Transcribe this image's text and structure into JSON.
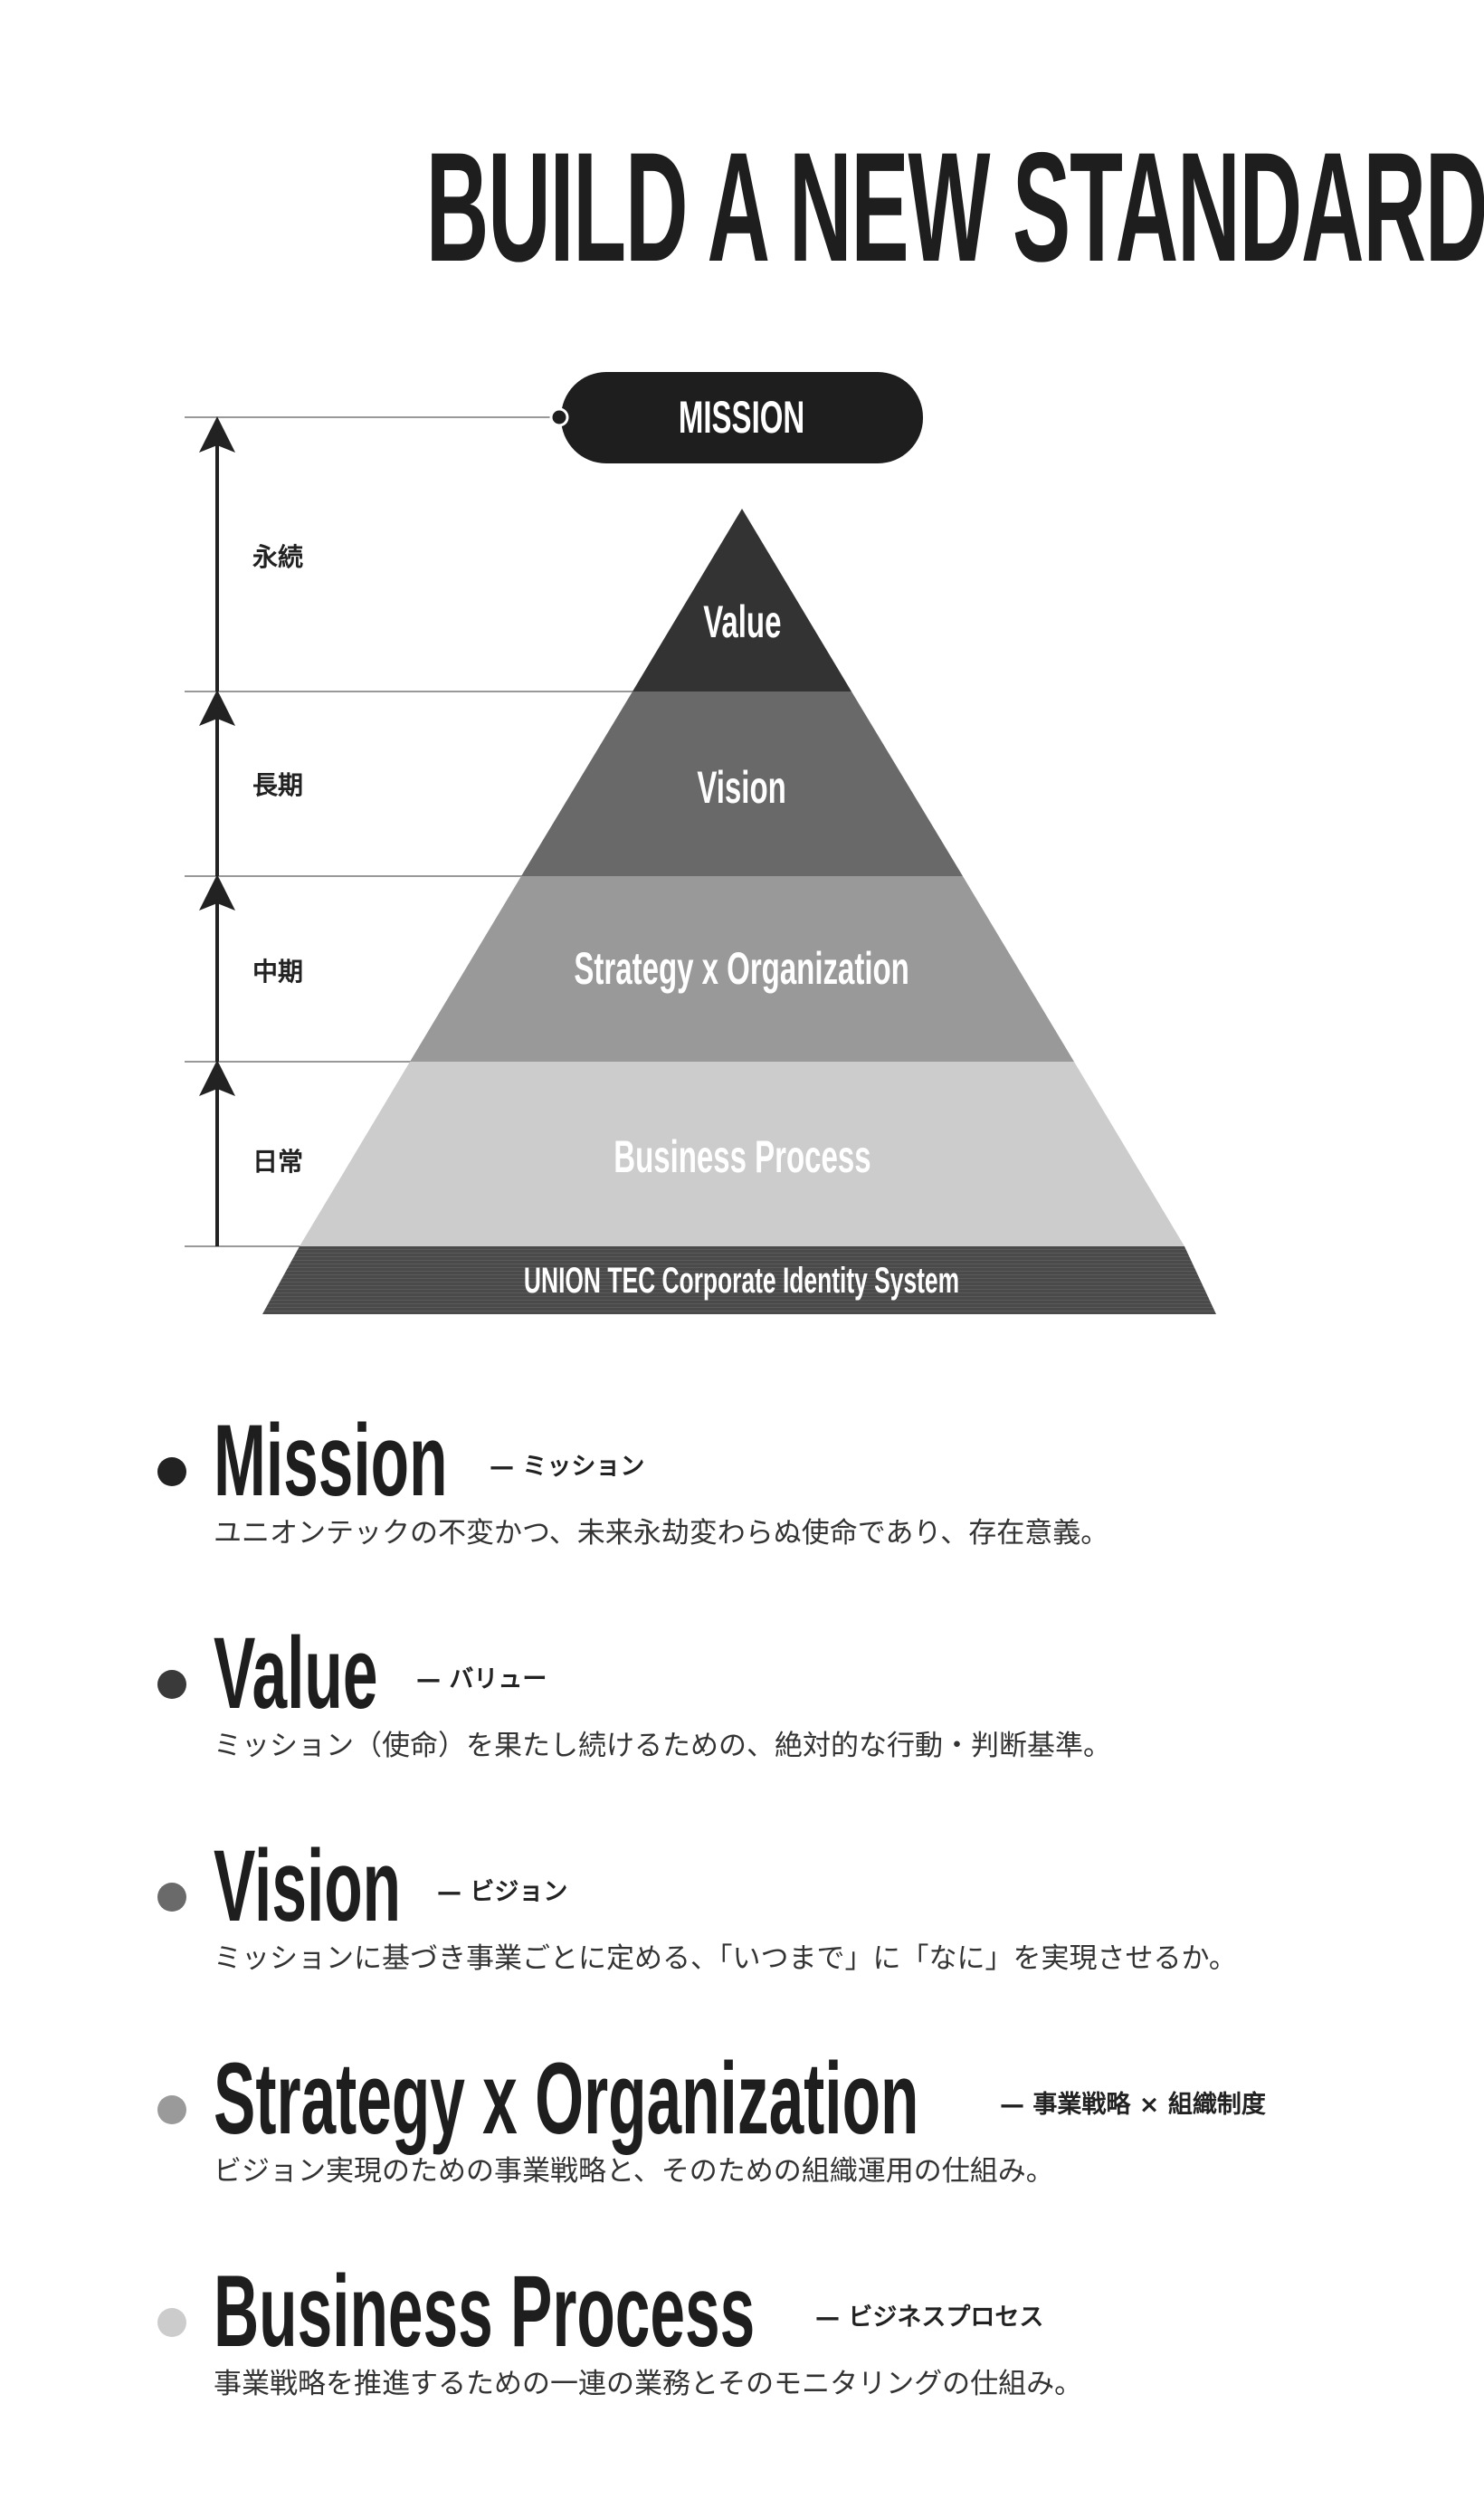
{
  "title": "BUILD A NEW STANDARD.",
  "diagram": {
    "mission_pill": "MISSION",
    "layers": [
      {
        "label": "Value",
        "color": "#333333"
      },
      {
        "label": "Vision",
        "color": "#696969"
      },
      {
        "label": "Strategy x Organization",
        "color": "#999999"
      },
      {
        "label": "Business Process",
        "color": "#cccccc"
      }
    ],
    "base_band": {
      "label": "UNION TEC  Corporate Identity System",
      "color": "#4a4a4a"
    },
    "timeframes": [
      "永続",
      "長期",
      "中期",
      "日常"
    ]
  },
  "items": [
    {
      "title": "Mission",
      "subtitle": "— ミッション",
      "description": "ユニオンテックの不変かつ、未来永劫変わらぬ使命であり、存在意義。",
      "color": "#222222"
    },
    {
      "title": "Value",
      "subtitle": "— バリュー",
      "description": "ミッション（使命）を果たし続けるための、絶対的な行動・判断基準。",
      "color": "#3a3a3a"
    },
    {
      "title": "Vision",
      "subtitle": "— ビジョン",
      "description": "ミッションに基づき事業ごとに定める、「いつまで」に「なに」を実現させるか。",
      "color": "#6a6a6a"
    },
    {
      "title": "Strategy x Organization",
      "subtitle": "— 事業戦略 × 組織制度",
      "description": "ビジョン実現のための事業戦略と、そのための組織運用の仕組み。",
      "color": "#9a9a9a"
    },
    {
      "title": "Business Process",
      "subtitle": "— ビジネスプロセス",
      "description": "事業戦略を推進するための一連の業務とそのモニタリングの仕組み。",
      "color": "#cccccc"
    }
  ]
}
